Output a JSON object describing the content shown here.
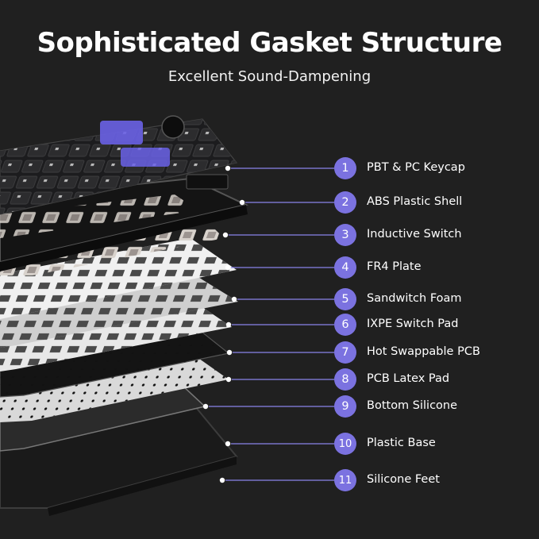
{
  "header": {
    "title": "Sophisticated Gasket Structure",
    "subtitle": "Excellent Sound-Dampening"
  },
  "colors": {
    "background": "#202020",
    "accent": "#7b72e0",
    "leader_line": "#8a82ea",
    "text": "#ffffff"
  },
  "layers": [
    {
      "number": "1",
      "label": "PBT & PC Keycap"
    },
    {
      "number": "2",
      "label": "ABS Plastic Shell"
    },
    {
      "number": "3",
      "label": "Inductive Switch"
    },
    {
      "number": "4",
      "label": "FR4 Plate"
    },
    {
      "number": "5",
      "label": "Sandwitch Foam"
    },
    {
      "number": "6",
      "label": "IXPE Switch Pad"
    },
    {
      "number": "7",
      "label": "Hot Swappable PCB"
    },
    {
      "number": "8",
      "label": "PCB Latex Pad"
    },
    {
      "number": "9",
      "label": "Bottom Silicone"
    },
    {
      "number": "10",
      "label": "Plastic Base"
    },
    {
      "number": "11",
      "label": "Silicone Feet"
    }
  ]
}
